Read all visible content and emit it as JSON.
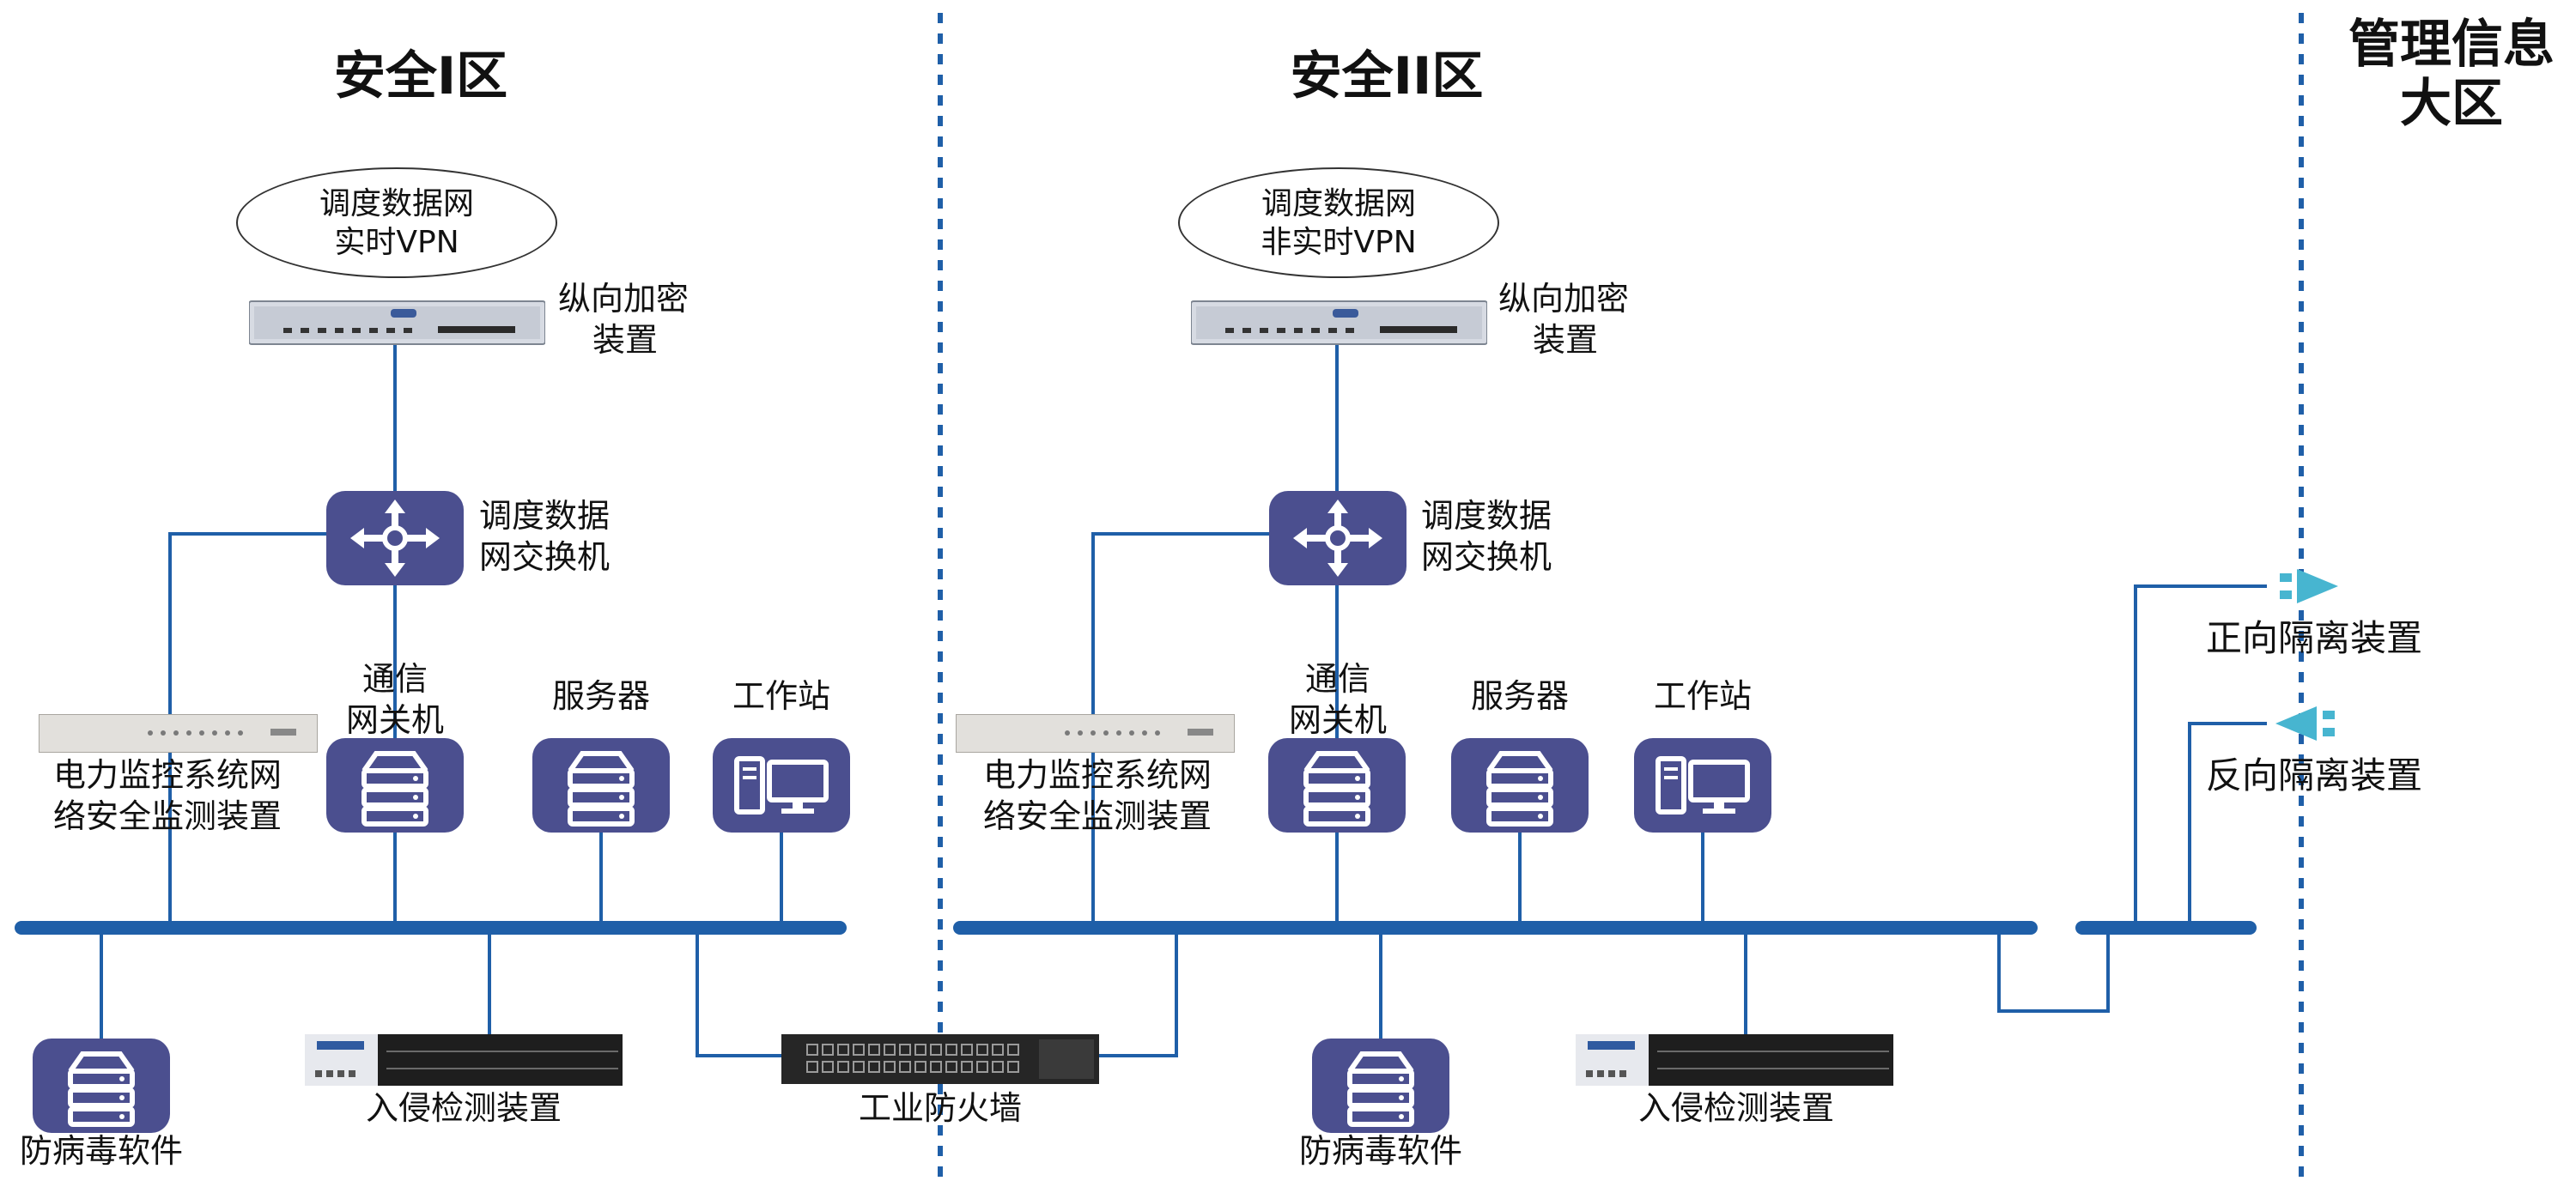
{
  "zones": {
    "zone1": "安全I区",
    "zone2": "安全II区",
    "zone3_line1": "管理信息",
    "zone3_line2": "大区"
  },
  "zone1": {
    "vpn_line1": "调度数据网",
    "vpn_line2": "实时VPN",
    "encrypt_line1": "纵向加密",
    "encrypt_line2": "装置",
    "switch_line1": "调度数据",
    "switch_line2": "网交换机",
    "monitor_line1": "电力监控系统网",
    "monitor_line2": "络安全监测装置",
    "gateway_line1": "通信",
    "gateway_line2": "网关机",
    "server": "服务器",
    "workstation": "工作站",
    "antivirus": "防病毒软件",
    "ids": "入侵检测装置",
    "firewall": "工业防火墙"
  },
  "zone2": {
    "vpn_line1": "调度数据网",
    "vpn_line2": "非实时VPN",
    "encrypt_line1": "纵向加密",
    "encrypt_line2": "装置",
    "switch_line1": "调度数据",
    "switch_line2": "网交换机",
    "monitor_line1": "电力监控系统网",
    "monitor_line2": "络安全监测装置",
    "gateway_line1": "通信",
    "gateway_line2": "网关机",
    "server": "服务器",
    "workstation": "工作站",
    "antivirus": "防病毒软件",
    "ids": "入侵检测装置"
  },
  "isolation": {
    "forward": "正向隔离装置",
    "reverse": "反向隔离装置"
  },
  "colors": {
    "line": "#1f5fa8",
    "device_tile": "#4b4f8f",
    "arrow": "#47b5d0"
  }
}
